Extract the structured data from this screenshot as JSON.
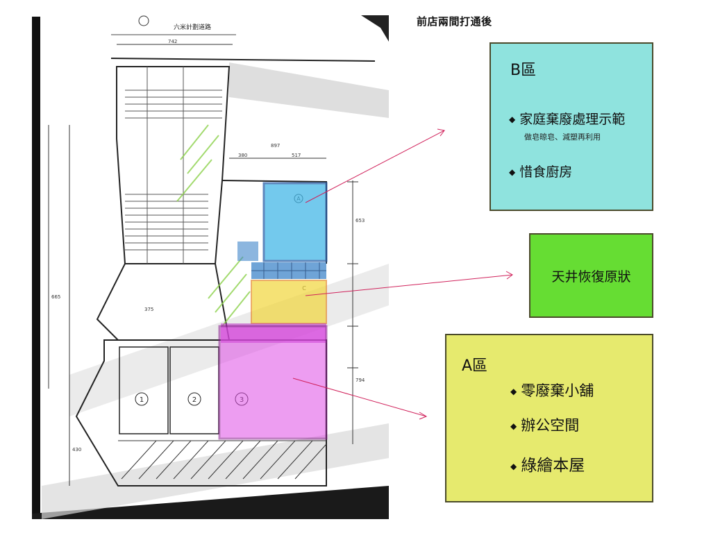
{
  "header": {
    "title": "前店兩間打通後"
  },
  "plan": {
    "road_label": "六米計劃道路",
    "dims": [
      "742",
      "897",
      "380",
      "517",
      "653",
      "665",
      "375",
      "794",
      "430"
    ],
    "units": [
      "1",
      "2",
      "3"
    ],
    "room_marks": [
      "A",
      "C"
    ]
  },
  "zones": {
    "b": {
      "title": "B區",
      "item1": "家庭棄廢處理示範",
      "item1_sub": "做皂晾皂、減塑再利用",
      "item2": "惜食廚房"
    },
    "ceiling": {
      "label": "天井恢復原狀"
    },
    "a": {
      "title": "A區",
      "item1": "零廢棄小舖",
      "item2": "辦公空間",
      "item3": "綠繪本屋"
    }
  },
  "colors": {
    "zone_b": "#8fe3de",
    "zone_ceiling": "#66dd33",
    "zone_a": "#e6ea6e",
    "overlay_blue": "#45b8e8",
    "overlay_yellow": "#f2d63b",
    "overlay_magenta": "#e04ee6",
    "arrow": "#d0205a"
  }
}
